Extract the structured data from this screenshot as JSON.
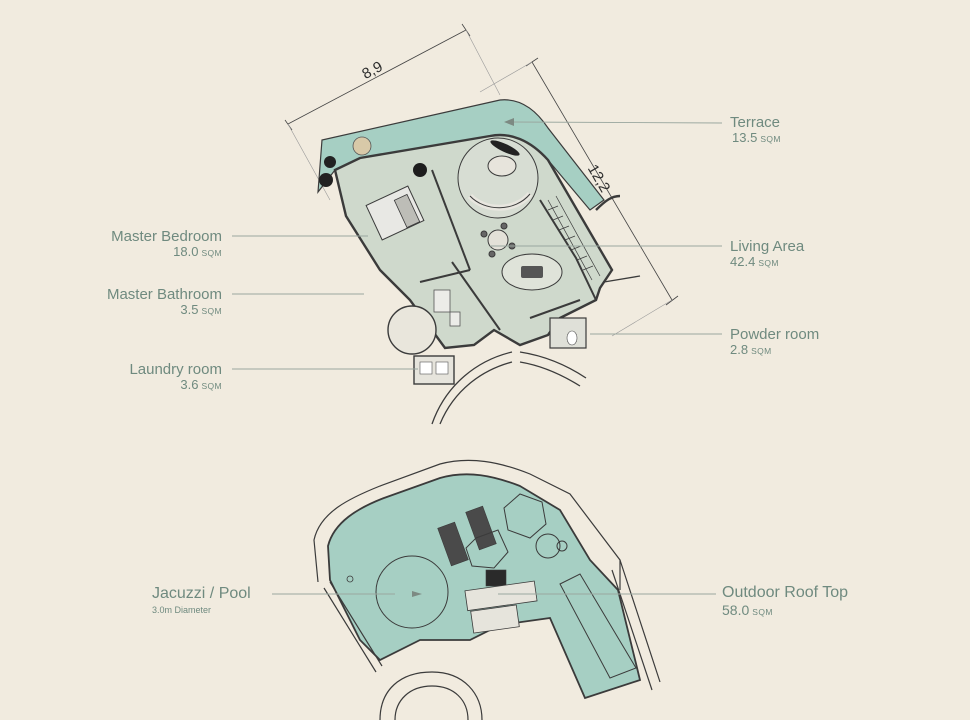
{
  "dimensions": {
    "width": "8,9",
    "depth": "12,2"
  },
  "rooms": {
    "terrace": {
      "name": "Terrace",
      "area": "13.5",
      "unit": "SQM"
    },
    "master_bedroom": {
      "name": "Master Bedroom",
      "area": "18.0",
      "unit": "SQM"
    },
    "living_area": {
      "name": "Living Area",
      "area": "42.4",
      "unit": "SQM"
    },
    "master_bathroom": {
      "name": "Master Bathroom",
      "area": "3.5",
      "unit": "SQM"
    },
    "powder_room": {
      "name": "Powder room",
      "area": "2.8",
      "unit": "SQM"
    },
    "laundry_room": {
      "name": "Laundry room",
      "area": "3.6",
      "unit": "SQM"
    },
    "jacuzzi_pool": {
      "name": "Jacuzzi / Pool",
      "note": "3.0m Diameter"
    },
    "outdoor_roof_top": {
      "name": "Outdoor Roof Top",
      "area": "58.0",
      "unit": "SQM"
    }
  },
  "colors": {
    "background": "#f1ebdf",
    "terrace_fill": "#a6cfc3",
    "interior_fill": "#cfd9cc",
    "wall": "#3b3b3b",
    "label_text": "#6f8a7f",
    "leader_line": "#9aa79f"
  }
}
